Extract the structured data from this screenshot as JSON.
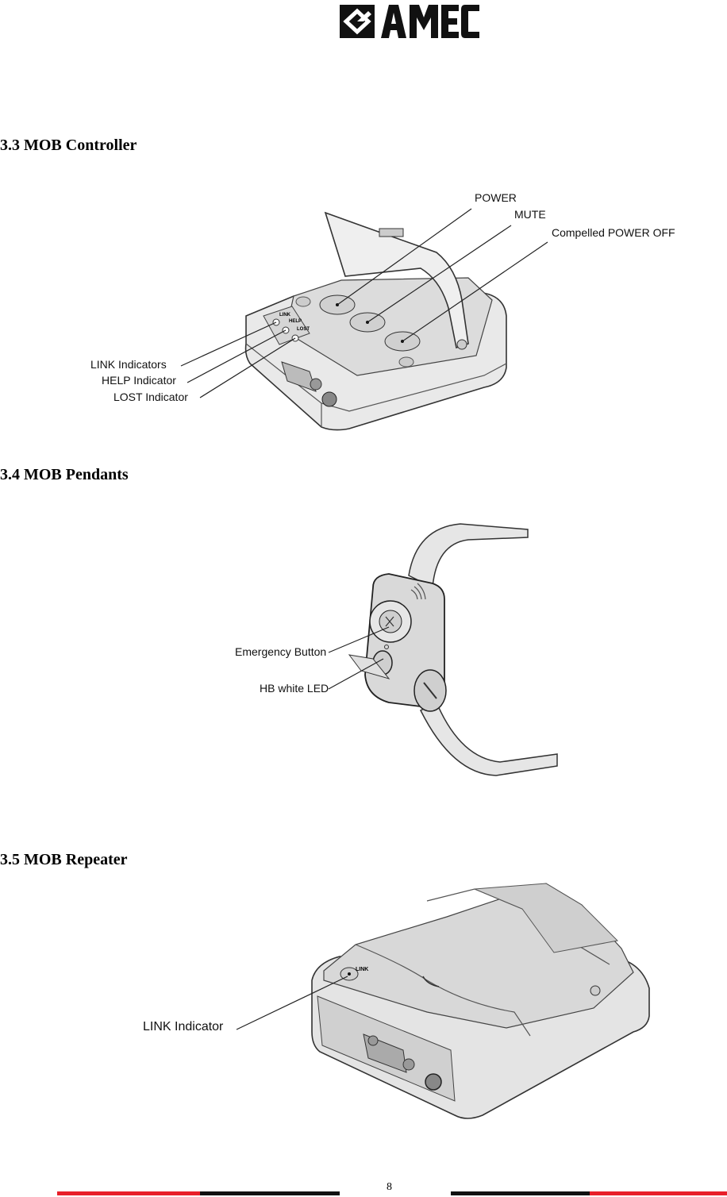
{
  "header": {
    "logo_text": "AMEC"
  },
  "sections": [
    {
      "heading": "3.3 MOB Controller",
      "callouts": {
        "power": "POWER",
        "mute": "MUTE",
        "compelled_off": "Compelled POWER OFF",
        "link": "LINK Indicators",
        "help": "HELP Indicator",
        "lost": "LOST Indicator"
      },
      "device_labels": {
        "link": "LINK",
        "help": "HELP",
        "lost": "LOST"
      }
    },
    {
      "heading": "3.4 MOB Pendants",
      "callouts": {
        "emergency": "Emergency Button",
        "led": "HB white LED"
      }
    },
    {
      "heading": "3.5 MOB Repeater",
      "callouts": {
        "link": "LINK Indicator"
      },
      "device_labels": {
        "link": "LINK"
      }
    }
  ],
  "footer": {
    "page_number": "8",
    "colors": {
      "red": "#e8202a",
      "black": "#111111"
    }
  }
}
